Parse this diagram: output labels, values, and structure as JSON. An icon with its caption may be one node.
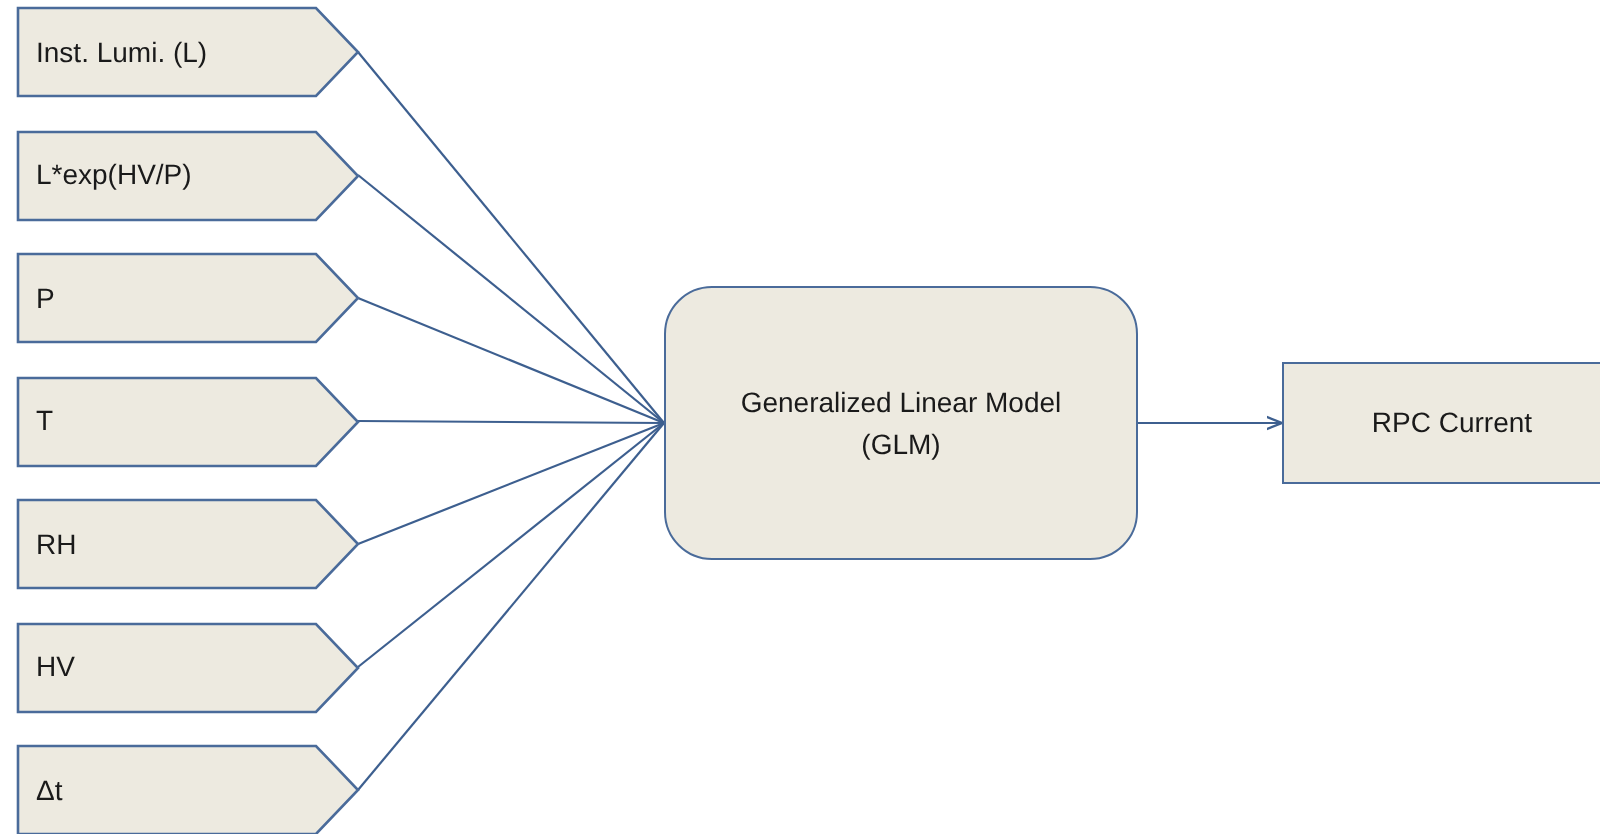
{
  "diagram": {
    "nodes": [
      {
        "text": [
          "Inst. Lumi. (L)"
        ]
      },
      {
        "text": [
          "L*exp(HV/P)"
        ]
      },
      {
        "text": [
          "P"
        ]
      },
      {
        "text": [
          "T"
        ]
      },
      {
        "text": [
          "RH"
        ]
      },
      {
        "text": [
          "HV"
        ]
      },
      {
        "text": [
          "Δt"
        ]
      },
      {
        "text": [
          "Generalized Linear Model (GLM)"
        ]
      },
      {
        "text": [
          "RPC Current"
        ]
      }
    ],
    "edges": [
      {
        "from": 0,
        "to": 7,
        "arrow": "none"
      },
      {
        "from": 1,
        "to": 7,
        "arrow": "none"
      },
      {
        "from": 2,
        "to": 7,
        "arrow": "none"
      },
      {
        "from": 3,
        "to": 7,
        "arrow": "none"
      },
      {
        "from": 4,
        "to": 7,
        "arrow": "none"
      },
      {
        "from": 5,
        "to": 7,
        "arrow": "none"
      },
      {
        "from": 6,
        "to": 7,
        "arrow": "none"
      },
      {
        "from": 7,
        "to": 8,
        "arrow": "to"
      }
    ]
  }
}
